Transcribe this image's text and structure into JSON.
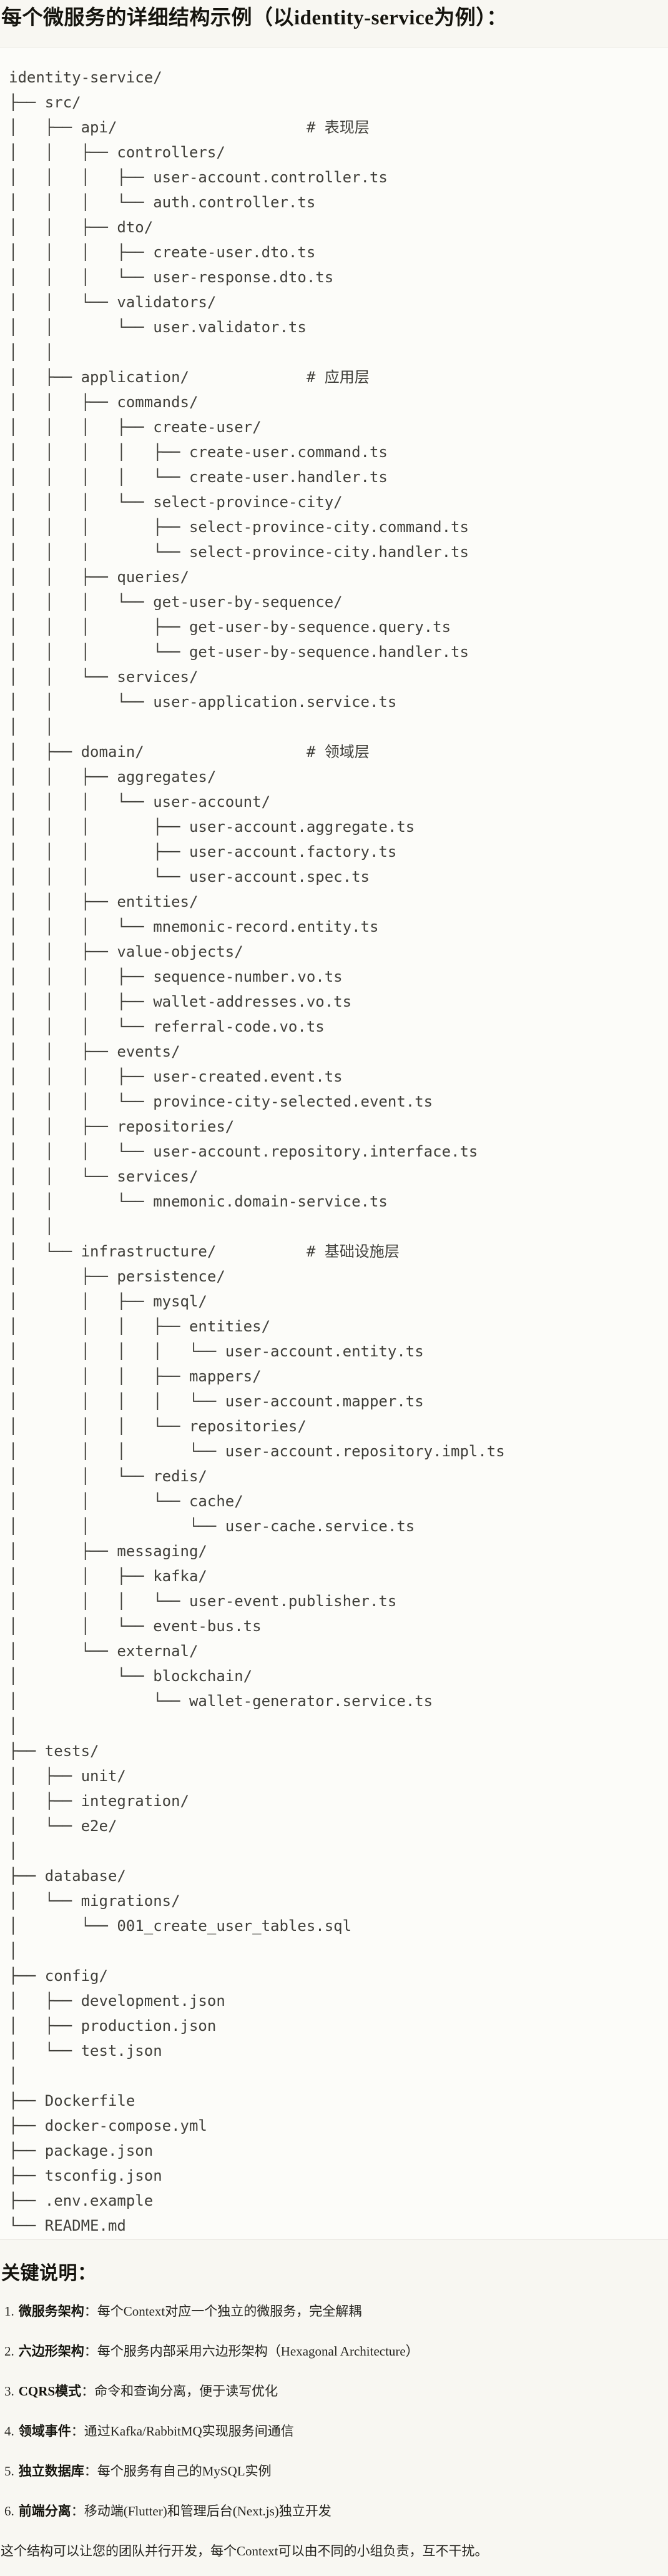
{
  "title": "每个微服务的详细结构示例（以identity-service为例）：",
  "tree": {
    "lines": [
      "identity-service/",
      "├── src/",
      "│   ├── api/                     # 表现层",
      "│   │   ├── controllers/",
      "│   │   │   ├── user-account.controller.ts",
      "│   │   │   └── auth.controller.ts",
      "│   │   ├── dto/",
      "│   │   │   ├── create-user.dto.ts",
      "│   │   │   └── user-response.dto.ts",
      "│   │   └── validators/",
      "│   │       └── user.validator.ts",
      "│   │",
      "│   ├── application/             # 应用层",
      "│   │   ├── commands/",
      "│   │   │   ├── create-user/",
      "│   │   │   │   ├── create-user.command.ts",
      "│   │   │   │   └── create-user.handler.ts",
      "│   │   │   └── select-province-city/",
      "│   │   │       ├── select-province-city.command.ts",
      "│   │   │       └── select-province-city.handler.ts",
      "│   │   ├── queries/",
      "│   │   │   └── get-user-by-sequence/",
      "│   │   │       ├── get-user-by-sequence.query.ts",
      "│   │   │       └── get-user-by-sequence.handler.ts",
      "│   │   └── services/",
      "│   │       └── user-application.service.ts",
      "│   │",
      "│   ├── domain/                  # 领域层",
      "│   │   ├── aggregates/",
      "│   │   │   └── user-account/",
      "│   │   │       ├── user-account.aggregate.ts",
      "│   │   │       ├── user-account.factory.ts",
      "│   │   │       └── user-account.spec.ts",
      "│   │   ├── entities/",
      "│   │   │   └── mnemonic-record.entity.ts",
      "│   │   ├── value-objects/",
      "│   │   │   ├── sequence-number.vo.ts",
      "│   │   │   ├── wallet-addresses.vo.ts",
      "│   │   │   └── referral-code.vo.ts",
      "│   │   ├── events/",
      "│   │   │   ├── user-created.event.ts",
      "│   │   │   └── province-city-selected.event.ts",
      "│   │   ├── repositories/",
      "│   │   │   └── user-account.repository.interface.ts",
      "│   │   └── services/",
      "│   │       └── mnemonic.domain-service.ts",
      "│   │",
      "│   └── infrastructure/          # 基础设施层",
      "│       ├── persistence/",
      "│       │   ├── mysql/",
      "│       │   │   ├── entities/",
      "│       │   │   │   └── user-account.entity.ts",
      "│       │   │   ├── mappers/",
      "│       │   │   │   └── user-account.mapper.ts",
      "│       │   │   └── repositories/",
      "│       │   │       └── user-account.repository.impl.ts",
      "│       │   └── redis/",
      "│       │       └── cache/",
      "│       │           └── user-cache.service.ts",
      "│       ├── messaging/",
      "│       │   ├── kafka/",
      "│       │   │   └── user-event.publisher.ts",
      "│       │   └── event-bus.ts",
      "│       └── external/",
      "│           └── blockchain/",
      "│               └── wallet-generator.service.ts",
      "│",
      "├── tests/",
      "│   ├── unit/",
      "│   ├── integration/",
      "│   └── e2e/",
      "│",
      "├── database/",
      "│   └── migrations/",
      "│       └── 001_create_user_tables.sql",
      "│",
      "├── config/",
      "│   ├── development.json",
      "│   ├── production.json",
      "│   └── test.json",
      "│",
      "├── Dockerfile",
      "├── docker-compose.yml",
      "├── package.json",
      "├── tsconfig.json",
      "├── .env.example",
      "└── README.md"
    ]
  },
  "notes": {
    "heading": "关键说明：",
    "items": [
      {
        "num": "1.",
        "term": "微服务架构",
        "rest": "：每个Context对应一个独立的微服务，完全解耦"
      },
      {
        "num": "2.",
        "term": "六边形架构",
        "rest": "：每个服务内部采用六边形架构（Hexagonal Architecture）"
      },
      {
        "num": "3.",
        "term": "CQRS模式",
        "rest": "：命令和查询分离，便于读写优化"
      },
      {
        "num": "4.",
        "term": "领域事件",
        "rest": "：通过Kafka/RabbitMQ实现服务间通信"
      },
      {
        "num": "5.",
        "term": "独立数据库",
        "rest": "：每个服务有自己的MySQL实例"
      },
      {
        "num": "6.",
        "term": "前端分离",
        "rest": "：移动端(Flutter)和管理后台(Next.js)独立开发"
      }
    ],
    "footer": "这个结构可以让您的团队并行开发，每个Context可以由不同的小组负责，互不干扰。"
  },
  "colors": {
    "page_bg": "#f8f7f2",
    "code_block_bg": "#fcfcf9",
    "code_block_border": "#e7e4de",
    "tree_text": "#403f3a",
    "heading_text": "#15140e",
    "body_text": "#24231e"
  }
}
